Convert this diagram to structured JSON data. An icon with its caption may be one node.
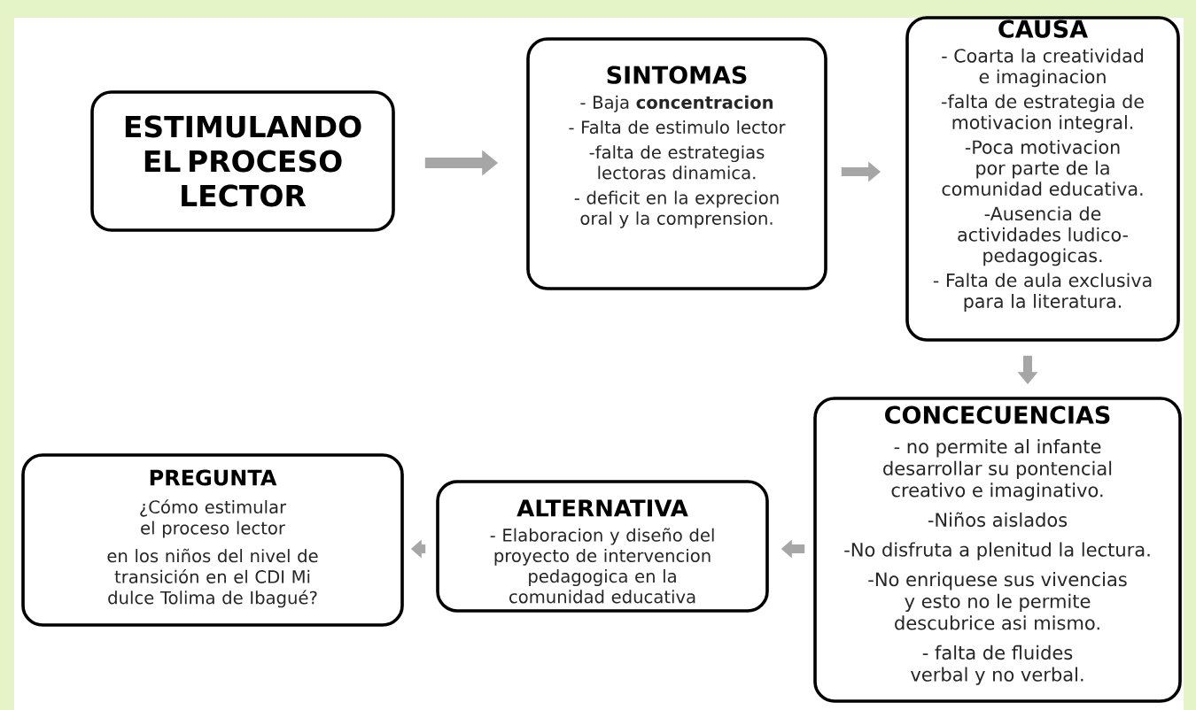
{
  "diagram": {
    "nodes": [
      {
        "text": [
          "ESTIMULANDO EL PROCESO LECTOR"
        ]
      },
      {
        "text": [
          "SINTOMAS",
          "- Baja **concentracion**",
          "- Falta de estimulo lector",
          "-falta de estrategias lectoras dinamica.",
          "- deficit en la exprecion oral y la comprension."
        ]
      },
      {
        "text": [
          "CAUSA",
          "- Coarta la creatividad e imaginacion",
          "-falta de estrategia de motivacion integral.",
          "-Poca motivacion por parte de la comunidad educativa.",
          "-Ausencia de actividades ludico-pedagogicas.",
          "- Falta de aula exclusiva para la literatura."
        ]
      },
      {
        "text": [
          "CONCECUENCIAS",
          "- no permite al infante desarrollar su pontencial creativo e imaginativo.",
          "-Niños aislados",
          "-No disfruta a plenitud la lectura.",
          "-No enriquese sus vivencias y esto no le permite descubrice asi mismo.",
          "- falta de fluides verbal y no verbal."
        ]
      },
      {
        "text": [
          "ALTERNATIVA",
          "- Elaboracion y diseño del proyecto de intervencion pedagogica en la comunidad educativa"
        ]
      },
      {
        "text": [
          "PREGUNTA",
          "¿Cómo estimular el proceso lector",
          "en los niños del nivel de transición en el CDI Mi dulce Tolima de Ibagué?"
        ]
      }
    ],
    "edges": [
      {
        "from": 0,
        "to": 1,
        "arrow": "to"
      },
      {
        "from": 1,
        "to": 2,
        "arrow": "to"
      },
      {
        "from": 2,
        "to": 3,
        "arrow": "to"
      },
      {
        "from": 3,
        "to": 4,
        "arrow": "to"
      },
      {
        "from": 4,
        "to": 5,
        "arrow": "to"
      }
    ]
  }
}
